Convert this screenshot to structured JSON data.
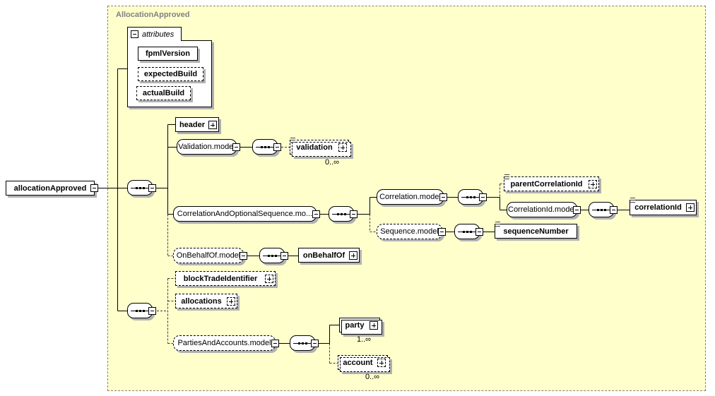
{
  "container": {
    "title": "AllocationApproved"
  },
  "root_element": {
    "label": "allocationApproved"
  },
  "attributes_panel": {
    "title": "attributes",
    "items": [
      {
        "label": "fpmlVersion"
      },
      {
        "label": "expectedBuild"
      },
      {
        "label": "actualBuild"
      }
    ]
  },
  "nodes": {
    "header": {
      "label": "header"
    },
    "validation_model": {
      "label": "Validation.model"
    },
    "validation": {
      "label": "validation",
      "occurrence": "0..∞"
    },
    "correlation_and_optional_sequence_model": {
      "label": "CorrelationAndOptionalSequence.mo..."
    },
    "correlation_model": {
      "label": "Correlation.model"
    },
    "parent_correlation_id": {
      "label": "parentCorrelationId"
    },
    "correlation_id_model": {
      "label": "CorrelationId.model"
    },
    "correlation_id": {
      "label": "correlationId"
    },
    "sequence_model": {
      "label": "Sequence.model"
    },
    "sequence_number": {
      "label": "sequenceNumber"
    },
    "on_behalf_of_model": {
      "label": "OnBehalfOf.model"
    },
    "on_behalf_of": {
      "label": "onBehalfOf"
    },
    "block_trade_identifier": {
      "label": "blockTradeIdentifier"
    },
    "allocations": {
      "label": "allocations"
    },
    "parties_and_accounts_model": {
      "label": "PartiesAndAccounts.model"
    },
    "party": {
      "label": "party",
      "occurrence": "1..∞"
    },
    "account": {
      "label": "account",
      "occurrence": "0..∞"
    }
  },
  "icons": {
    "collapse": "−",
    "expand": "+"
  },
  "colors": {
    "canvas": "#ffffcc",
    "frame_border": "#808080",
    "shadow": "#b1b1b1",
    "line": "#000000"
  }
}
